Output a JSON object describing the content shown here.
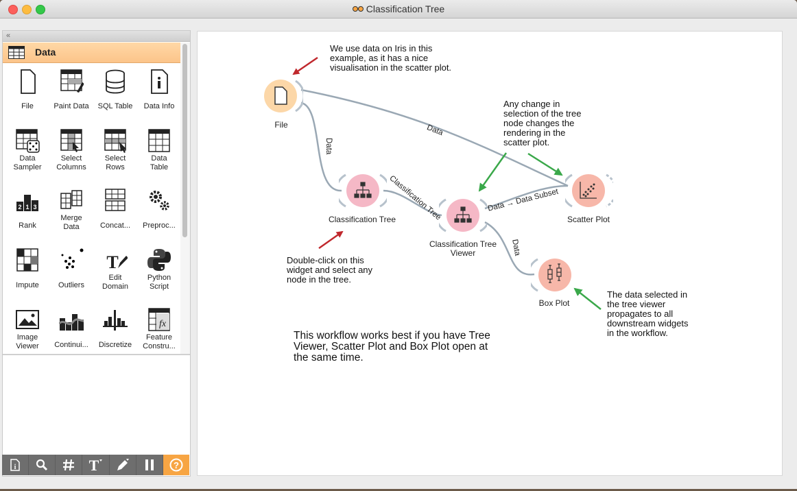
{
  "window": {
    "title": "Classification Tree"
  },
  "dock": {
    "collapse_glyph": "«",
    "category": "Data",
    "widgets": [
      {
        "label": "File",
        "icon": "file-icon"
      },
      {
        "label": "Paint Data",
        "icon": "paint-data-icon"
      },
      {
        "label": "SQL Table",
        "icon": "sql-table-icon"
      },
      {
        "label": "Data Info",
        "icon": "data-info-icon"
      },
      {
        "label": "Data\nSampler",
        "icon": "data-sampler-icon"
      },
      {
        "label": "Select\nColumns",
        "icon": "select-columns-icon"
      },
      {
        "label": "Select\nRows",
        "icon": "select-rows-icon"
      },
      {
        "label": "Data\nTable",
        "icon": "data-table-icon"
      },
      {
        "label": "Rank",
        "icon": "rank-icon"
      },
      {
        "label": "Merge\nData",
        "icon": "merge-data-icon"
      },
      {
        "label": "Concat...",
        "icon": "concatenate-icon"
      },
      {
        "label": "Preproc...",
        "icon": "preprocess-icon"
      },
      {
        "label": "Impute",
        "icon": "impute-icon"
      },
      {
        "label": "Outliers",
        "icon": "outliers-icon"
      },
      {
        "label": "Edit\nDomain",
        "icon": "edit-domain-icon"
      },
      {
        "label": "Python\nScript",
        "icon": "python-script-icon"
      },
      {
        "label": "Image\nViewer",
        "icon": "image-viewer-icon"
      },
      {
        "label": "Continui...",
        "icon": "continuize-icon"
      },
      {
        "label": "Discretize",
        "icon": "discretize-icon"
      },
      {
        "label": "Feature\nConstru...",
        "icon": "feature-constructor-icon"
      }
    ],
    "bottom_buttons": [
      "info-icon",
      "search-icon",
      "grid-icon",
      "text-icon",
      "pen-icon",
      "pause-icon",
      "help-icon"
    ]
  },
  "workflow": {
    "nodes": {
      "file": "File",
      "classification_tree": "Classification Tree",
      "tree_viewer": "Classification Tree\nViewer",
      "scatter_plot": "Scatter Plot",
      "box_plot": "Box Plot"
    },
    "links": {
      "file_to_scatter": "Data",
      "file_to_tree": "Data",
      "tree_to_viewer": "Classification Tree",
      "viewer_to_scatter": "Data → Data Subset",
      "viewer_to_box": "Data"
    },
    "notes": {
      "iris": "We use data on Iris in this\nexample, as it has a nice\nvisualisation in the scatter plot.",
      "selection": "Any change in\nselection of the tree\nnode changes the\nrendering in the\nscatter plot.",
      "double_click": "Double-click on this\nwidget and select any\nnode in the tree.",
      "propagates": "The data selected in\nthe tree viewer\npropagates to all\ndownstream widgets\nin the workflow.",
      "best": "This workflow works best if you have Tree\nViewer, Scatter Plot and Box Plot open at\nthe same time."
    },
    "colors": {
      "data_node": "#fcd7a8",
      "model_node": "#f5b8c6",
      "visualize_node": "#f7b7a9",
      "link": "#9aa8b4",
      "arrow_red": "#c0282d",
      "arrow_green": "#3aa84a",
      "category_header": "#fcc48a"
    }
  }
}
